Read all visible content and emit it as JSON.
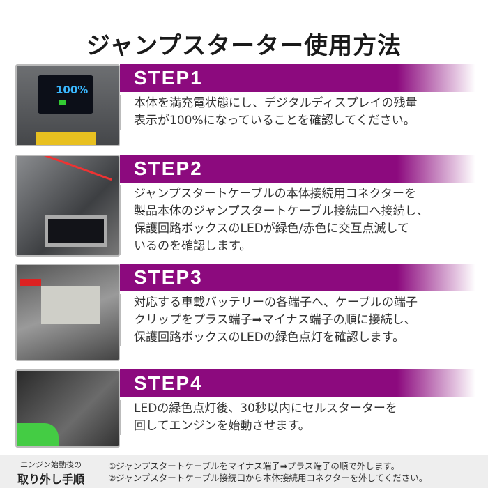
{
  "title": "ジャンプスターター使用方法",
  "steps": [
    {
      "label": "STEP1",
      "lines": [
        "本体を満充電状態にし、デジタルディスプレイの残量",
        "表示が100%になっていることを確認してください。"
      ]
    },
    {
      "label": "STEP2",
      "lines": [
        "ジャンプスタートケーブルの本体接続用コネクターを",
        "製品本体のジャンプスタートケーブル接続口へ接続し、",
        "保護回路ボックスのLEDが緑色/赤色に交互点滅して",
        "いるのを確認します。"
      ]
    },
    {
      "label": "STEP3",
      "lines": [
        "対応する車載バッテリーの各端子へ、ケーブルの端子",
        "クリップをプラス端子➡マイナス端子の順に接続し、",
        "保護回路ボックスのLEDの緑色点灯を確認します。"
      ]
    },
    {
      "label": "STEP4",
      "lines": [
        "LEDの緑色点灯後、30秒以内にセルスターターを",
        "回してエンジンを始動させます。"
      ]
    }
  ],
  "display_reading": "100%",
  "footer": {
    "label_small": "エンジン始動後の",
    "label_big": "取り外し手順",
    "lines": [
      "①ジャンプスタートケーブルをマイナス端子➡プラス端子の順で外します。",
      "②ジャンプスタートケーブル接続口から本体接続用コネクターを外してください。"
    ]
  },
  "colors": {
    "accent": "#8c0a7e"
  }
}
